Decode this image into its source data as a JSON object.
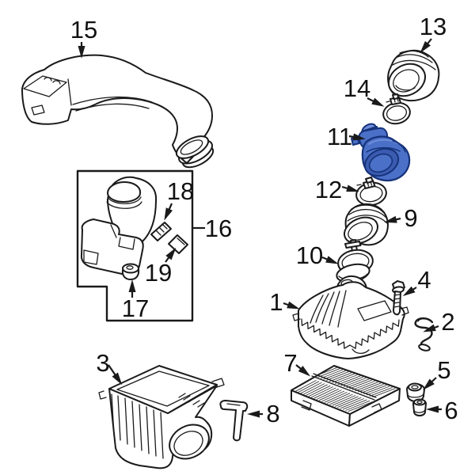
{
  "diagram": {
    "type": "exploded-parts-diagram",
    "background_color": "#ffffff",
    "line_color": "#1a1a1a",
    "highlight": {
      "part_number": "11",
      "fill": "#4b70c8",
      "stroke": "#163279",
      "light": "#6f8edb",
      "dark": "#3a5bb0"
    },
    "labels": {
      "part1": "1",
      "part2": "2",
      "part3": "3",
      "part4": "4",
      "part5": "5",
      "part6": "6",
      "part7": "7",
      "part8": "8",
      "part9": "9",
      "part10": "10",
      "part11": "11",
      "part12": "12",
      "part13": "13",
      "part14": "14",
      "part15": "15",
      "part16": "16",
      "part17": "17",
      "part18": "18",
      "part19": "19"
    }
  }
}
